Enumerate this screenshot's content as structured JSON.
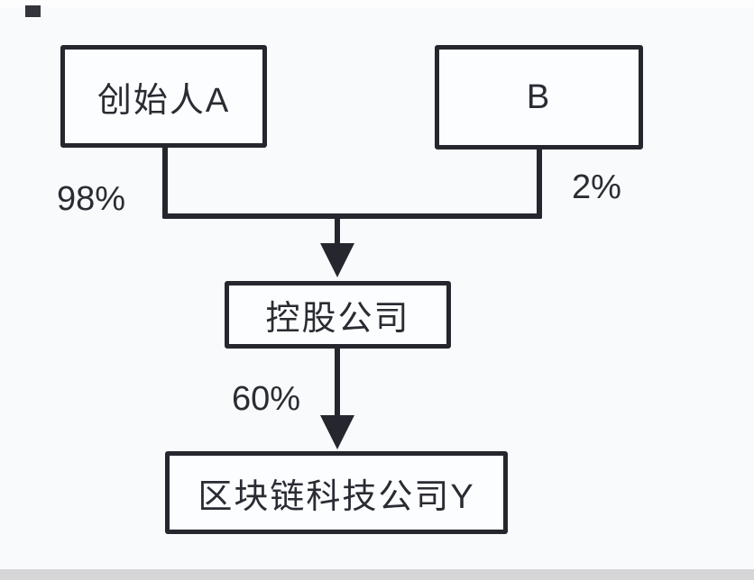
{
  "colors": {
    "page_bg": "#f9fafc",
    "node_fill": "#fcfdff",
    "stroke": "#26262e",
    "text": "#2b2b33",
    "bottom_strip": "#d6d6d9",
    "artifact": "#34343d"
  },
  "diagram": {
    "nodes": {
      "founder_a": {
        "label": "创始人A"
      },
      "shareholder_b": {
        "label": "B"
      },
      "holding_company": {
        "label": "控股公司"
      },
      "company_y": {
        "label": "区块链科技公司Y"
      }
    },
    "edges": {
      "founder_a_share": {
        "label": "98%"
      },
      "shareholder_b_share": {
        "label": "2%"
      },
      "holding_share": {
        "label": "60%"
      }
    }
  }
}
